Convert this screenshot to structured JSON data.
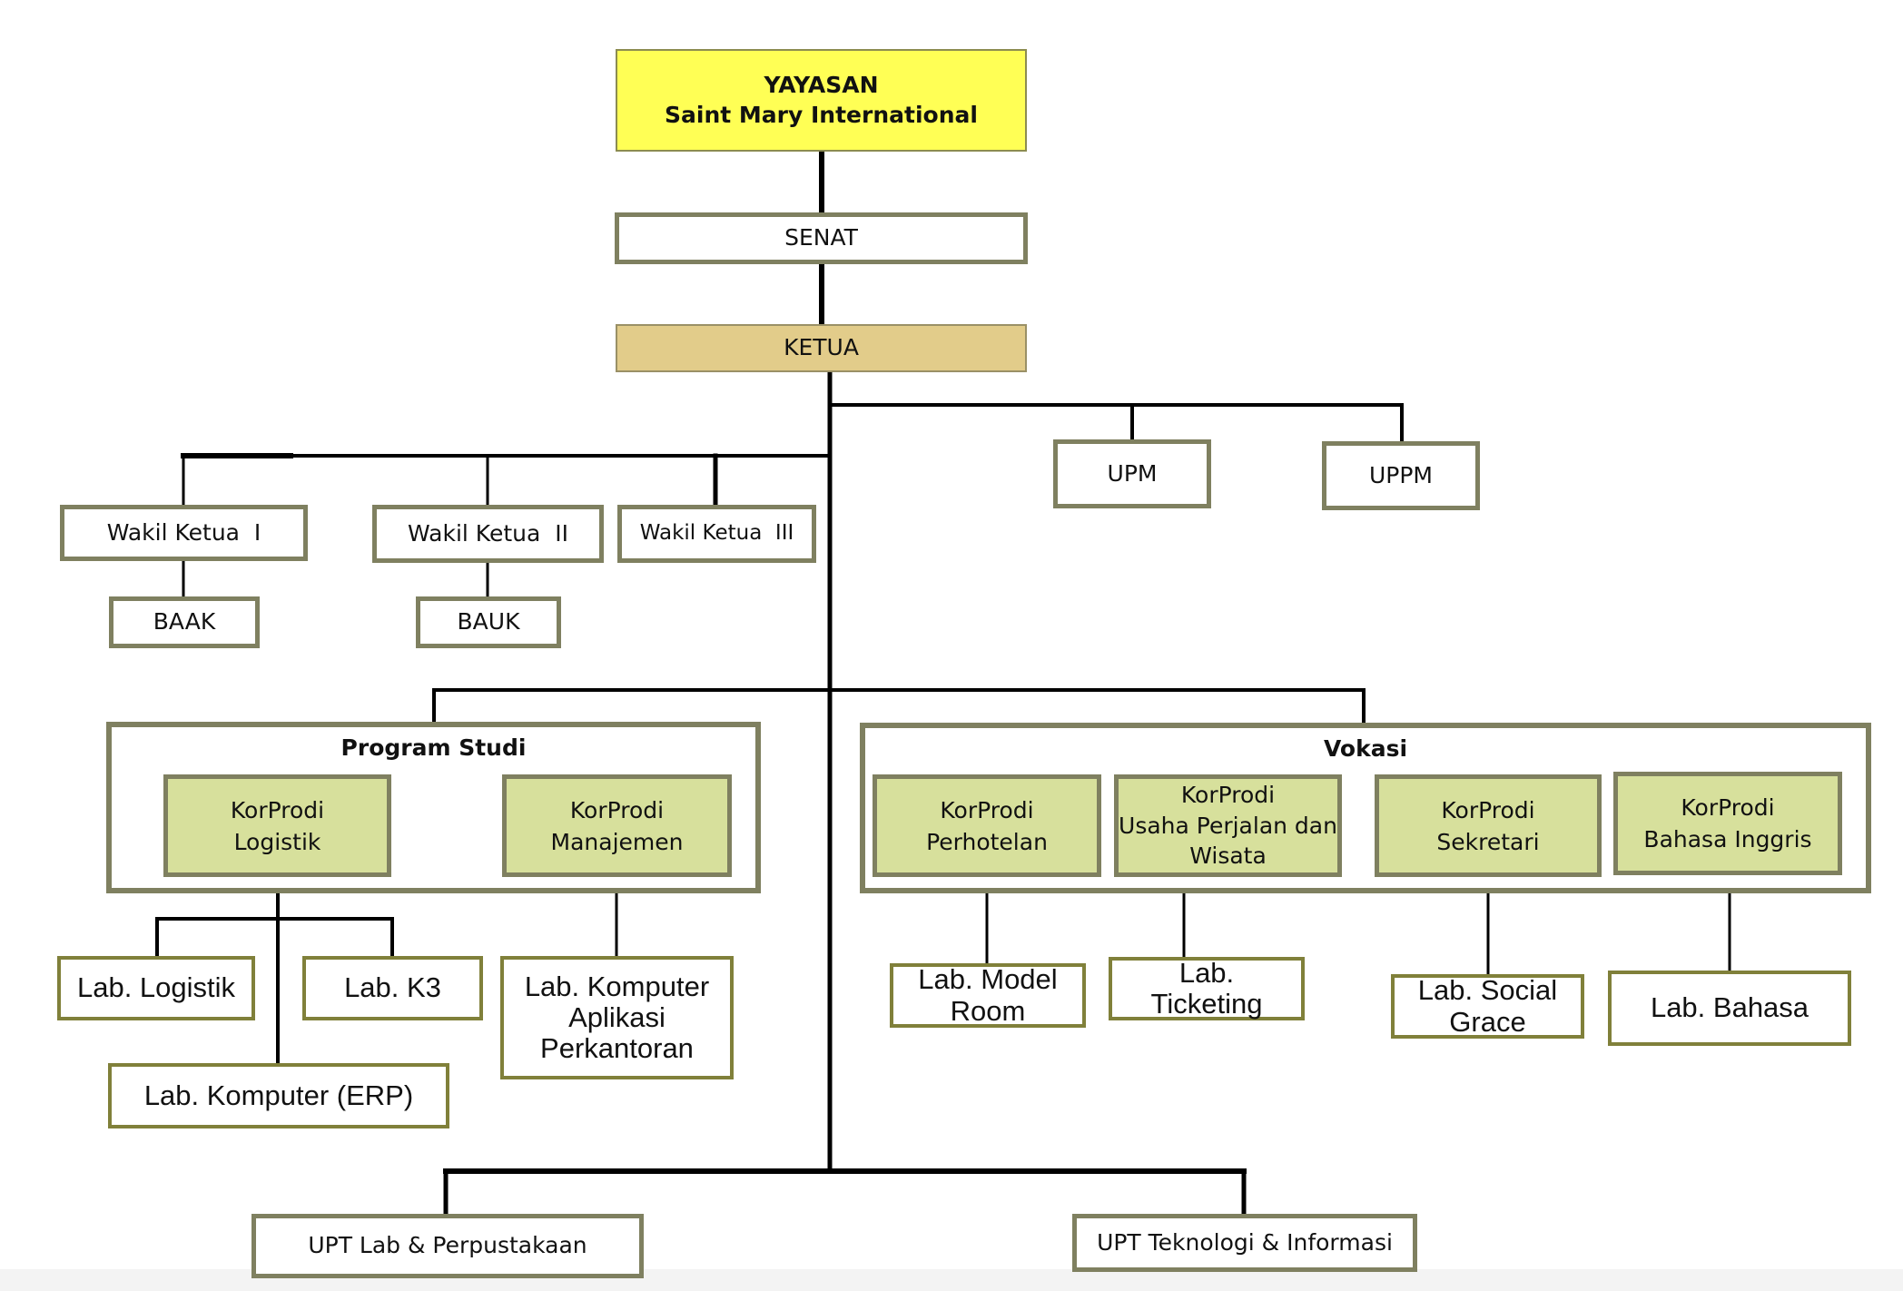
{
  "colors": {
    "foundation_fill": "#ffff55",
    "chair_fill": "#e2cc8a",
    "coordinator_fill": "#d7e09c",
    "border": "#7f8060",
    "connector": "#000000"
  },
  "top": {
    "foundation_line1": "YAYASAN",
    "foundation_line2": "Saint Mary International",
    "senate": "SENAT",
    "chair": "KETUA"
  },
  "units": {
    "upm": "UPM",
    "uppm": "UPPM"
  },
  "vice_chairs": [
    {
      "label": "Wakil Ketua  I",
      "sub": "BAAK"
    },
    {
      "label": "Wakil Ketua  II",
      "sub": "BAUK"
    },
    {
      "label": "Wakil Ketua  III"
    }
  ],
  "program_studi": {
    "title": "Program Studi",
    "coordinators": [
      {
        "line1": "KorProdi",
        "line2": "Logistik"
      },
      {
        "line1": "KorProdi",
        "line2": "Manajemen"
      }
    ],
    "labs": {
      "logistik": "Lab. Logistik",
      "k3": "Lab. K3",
      "erp": "Lab. Komputer (ERP)",
      "aplikasi_line1": "Lab. Komputer",
      "aplikasi_line2": "Aplikasi",
      "aplikasi_line3": "Perkantoran"
    }
  },
  "vokasi": {
    "title": "Vokasi",
    "coordinators": [
      {
        "line1": "KorProdi",
        "line2": "Perhotelan"
      },
      {
        "line1": "KorProdi",
        "line2": "Usaha Perjalan dan",
        "line3": "Wisata"
      },
      {
        "line1": "KorProdi",
        "line2": "Sekretari"
      },
      {
        "line1": "KorProdi",
        "line2": "Bahasa Inggris"
      }
    ],
    "labs": [
      {
        "line1": "Lab. Model",
        "line2": "Room"
      },
      {
        "line1": "Lab.",
        "line2": "Ticketing"
      },
      {
        "line1": "Lab. Social",
        "line2": "Grace"
      },
      {
        "line1": "Lab. Bahasa"
      }
    ]
  },
  "upt": [
    {
      "label": "UPT Lab & Perpustakaan"
    },
    {
      "label": "UPT Teknologi & Informasi"
    }
  ]
}
